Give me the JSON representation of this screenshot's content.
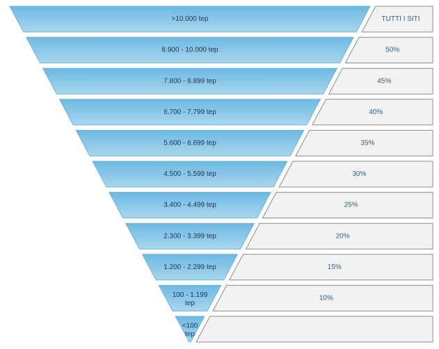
{
  "colors": {
    "tier_fill_top": "#6cb9e3",
    "tier_fill_bottom": "#a9d6ee",
    "tier_stroke": "#6fb3d8",
    "pct_fill": "#f2f2f2",
    "pct_stroke": "#8c8c8c",
    "tier_text": "#1f3550",
    "pct_text": "#2f5f8a"
  },
  "tiers": [
    {
      "label": ">10.000 tep",
      "percent": "TUTTI I SITI"
    },
    {
      "label": "8.900 - 10.000 tep",
      "percent": "50%"
    },
    {
      "label": "7.800 - 8.899 tep",
      "percent": "45%"
    },
    {
      "label": "6.700 - 7.799 tep",
      "percent": "40%"
    },
    {
      "label": "5.600 - 6.699 tep",
      "percent": "35%"
    },
    {
      "label": "4.500 - 5.599 tep",
      "percent": "30%"
    },
    {
      "label": "3.400 - 4.499 tep",
      "percent": "25%"
    },
    {
      "label": "2.300 - 3.399 tep",
      "percent": "20%"
    },
    {
      "label": "1.200 - 2.299 tep",
      "percent": "15%"
    },
    {
      "label": "100 - 1.199 tep",
      "percent": "10%"
    },
    {
      "label": "<100 tep",
      "percent": ""
    }
  ]
}
